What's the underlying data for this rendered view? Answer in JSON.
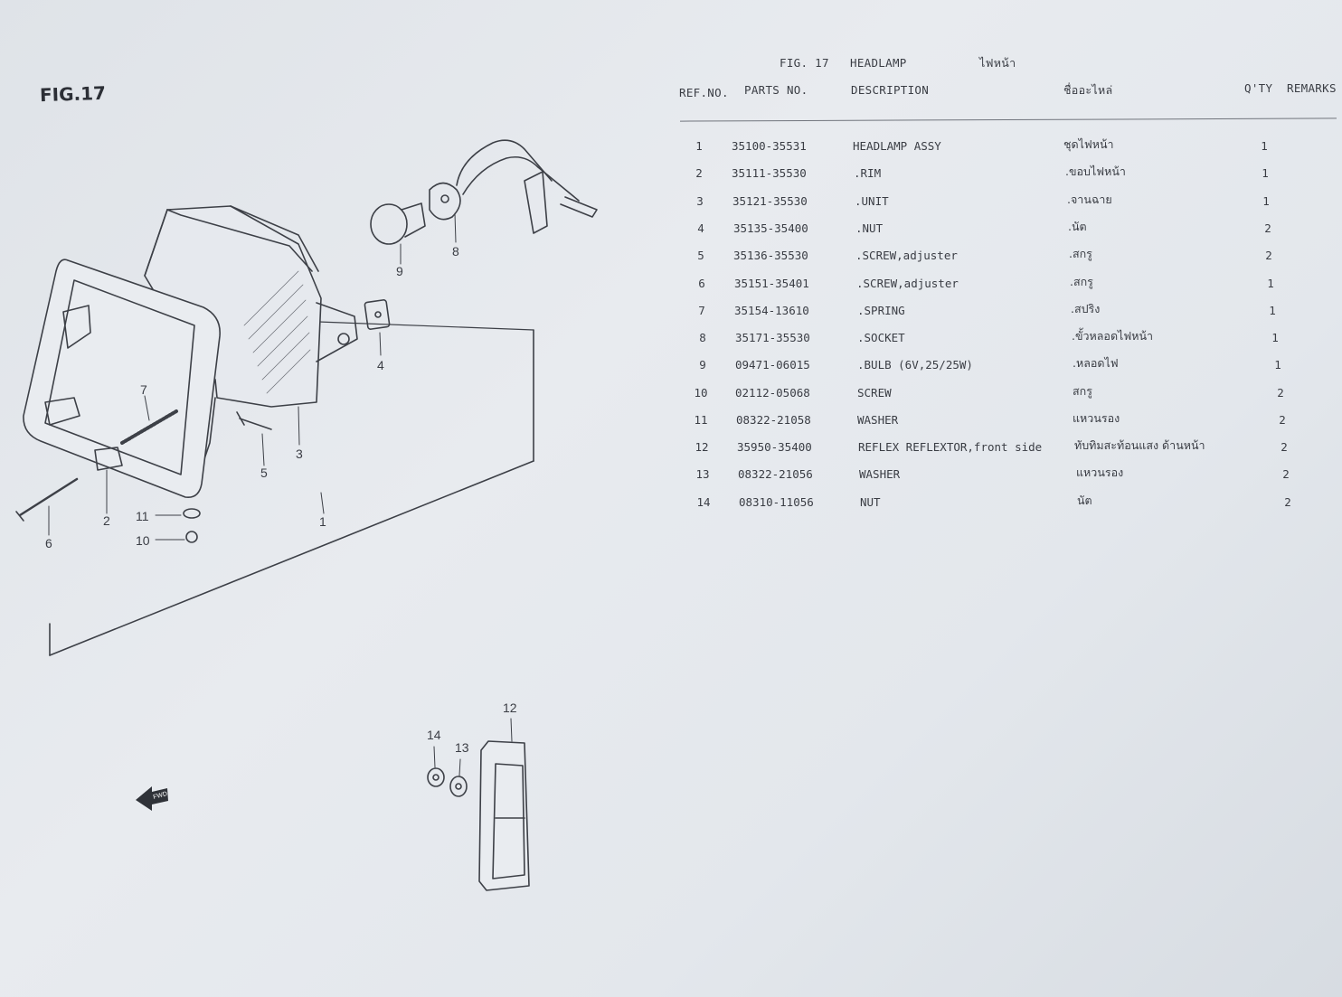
{
  "figure_label": "FIG.17",
  "header": {
    "fig": "FIG. 17",
    "title": "HEADLAMP",
    "title_thai": "ไฟหน้า",
    "col_ref": "REF.NO.",
    "col_parts": "PARTS NO.",
    "col_desc": "DESCRIPTION",
    "col_thai": "ชื่ออะไหล่",
    "col_qty": "Q'TY",
    "col_remarks": "REMARKS"
  },
  "parts": [
    {
      "ref": "1",
      "part": "35100-35531",
      "desc": "HEADLAMP ASSY",
      "thai": "ชุดไฟหน้า",
      "qty": "1"
    },
    {
      "ref": "2",
      "part": "35111-35530",
      "desc": ".RIM",
      "thai": ".ขอบไฟหน้า",
      "qty": "1"
    },
    {
      "ref": "3",
      "part": "35121-35530",
      "desc": ".UNIT",
      "thai": ".จานฉาย",
      "qty": "1"
    },
    {
      "ref": "4",
      "part": "35135-35400",
      "desc": ".NUT",
      "thai": ".นัต",
      "qty": "2"
    },
    {
      "ref": "5",
      "part": "35136-35530",
      "desc": ".SCREW,adjuster",
      "thai": ".สกรู",
      "qty": "2"
    },
    {
      "ref": "6",
      "part": "35151-35401",
      "desc": ".SCREW,adjuster",
      "thai": ".สกรู",
      "qty": "1"
    },
    {
      "ref": "7",
      "part": "35154-13610",
      "desc": ".SPRING",
      "thai": ".สปริง",
      "qty": "1"
    },
    {
      "ref": "8",
      "part": "35171-35530",
      "desc": ".SOCKET",
      "thai": ".ขั้วหลอดไฟหน้า",
      "qty": "1"
    },
    {
      "ref": "9",
      "part": "09471-06015",
      "desc": ".BULB (6V,25/25W)",
      "thai": ".หลอดไฟ",
      "qty": "1"
    },
    {
      "ref": "10",
      "part": "02112-05068",
      "desc": "SCREW",
      "thai": "สกรู",
      "qty": "2"
    },
    {
      "ref": "11",
      "part": "08322-21058",
      "desc": "WASHER",
      "thai": "แหวนรอง",
      "qty": "2"
    },
    {
      "ref": "12",
      "part": "35950-35400",
      "desc": "REFLEX REFLEXTOR,front side",
      "thai": "ทับทิมสะท้อนแสง ด้านหน้า",
      "qty": "2"
    },
    {
      "ref": "13",
      "part": "08322-21056",
      "desc": "WASHER",
      "thai": "แหวนรอง",
      "qty": "2"
    },
    {
      "ref": "14",
      "part": "08310-11056",
      "desc": "NUT",
      "thai": "นัต",
      "qty": "2"
    }
  ],
  "callouts": {
    "c1": "1",
    "c2": "2",
    "c3": "3",
    "c4": "4",
    "c5": "5",
    "c6": "6",
    "c7": "7",
    "c8": "8",
    "c9": "9",
    "c10": "10",
    "c11": "11",
    "c12": "12",
    "c13": "13",
    "c14": "14",
    "fwd": "FWD"
  }
}
